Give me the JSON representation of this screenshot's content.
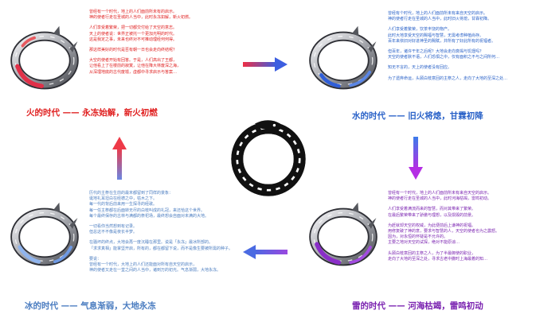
{
  "center": {
    "icon": "ouroboros-icon"
  },
  "fire": {
    "title": "火的时代 —— 永冻始解，新火初燃",
    "color": "#e02020",
    "lines": [
      "曾经有一个时代，地上的人们面前所未有的启示。",
      "神的使者行走在圣城的人当中，此时永冻如解，新火初燃。",
      "",
      "人们享受着繁荣，把一切都交付给了天空的意志。",
      "天上的使者说：世界正被托一个更加光明的时代。",
      "这是我定之事，未来也终对不可推动理经何何得。",
      "",
      "那这样美好的时代是否有朝一日也会走向终结呢？",
      "",
      "大空的使者开始有回答。于是，人们高出了王都，",
      "让他看上了在楼前的寂寞，让他在降大林废深之海，",
      "从深埋地底的古代废墟，虚都中寻求启示与答案…"
    ]
  },
  "water": {
    "title": "水的时代 —— 旧火将熄，甘霖初降",
    "color": "#2a62c8",
    "lines": [
      "曾经有个时代，地上的人们面前所未有来自天空的启示。",
      "神的使者行走在圣城的人当中，此时旧火将熄，甘霖初降。",
      "",
      "人们享受着繁荣，饮茶丰饶的物产。",
      "此时大地享受天空的赐福与智慧，无需考虑种植尚存。",
      "百年来依旧对好进神圣的赐赋，并所有了好此所有的祝福者。",
      "",
      "但百年，诸许干年之后呢？大地会走向衰竭与饥馑吗？",
      "天空的使者默不语，人们恐惧之中，仅有面积之不与之间所何…",
      "",
      "知无不言的，天上的使者没有回应。",
      "",
      "为了遗弃命运，头顾白枝意回的主祭之人，走向了大地的至深之处…"
    ]
  },
  "ice": {
    "title": "冰的时代 —— 气息渐弱，大地永冻",
    "color": "#4a7cc0",
    "lines": [
      "历代的主祭在生前的最末都留到了同样的景象：",
      "诞地礼耳坦白在经德之中，枯木之下。",
      "每一代的背后前来用一生探寻的经歌。",
      "每一任主祭都在后面转无尽的白枝叫成的礼冠，来还恰这个世界。",
      "每个最终保存的古林与满都的祭祀场，最终想会自面对未满的大地。",
      "",
      "一切看你当然想到有记录。",
      "但总这不不像是夜长半梦。",
      "",
      "在骚坏的终点，大地会再一度沉睡在那里。说是「永冻」最冰所部的。",
      "「求求真相」能掌坚开启，所有的，都在都留下说，而不是像生要被所需的种子。",
      "",
      "要说：",
      "曾经有一个时代，大地上的人们还能面对所有自天空的启示，",
      "神的使者又走在一堂之间的人当中，诸到万的初光。气息渐弱，大地永冻。"
    ]
  },
  "thunder": {
    "title": "雷的时代 —— 河海枯竭，雷鸣初动",
    "color": "#7a22b0",
    "lines": [
      "曾经有一个时代，地上的人们面前所未有来自天空的启示。",
      "神的使者行走在圣城的人当中，此时河海枯竭，雷鸣初动。",
      "",
      "人们享受着满流而来的智慧，而对其带来了繁荣。",
      "在最后繁荣带来了骄傲与理想，以及损毁的前景。",
      "",
      "为赶就却天空的权威，为此便前后上谦神的祝福。",
      "用修复破了神的意，要求与智慧的人，天空的使者也为之震怒。",
      "因为，对永恒的怀疑是不允许的。",
      "主要之地对天空的试探，绝对不能原谅…",
      "",
      "头顾白枝意回的主祭之人，为了半最御使的职业，",
      "走向了大地的至深之处，寻求古老中撒时上海最着的知…"
    ]
  }
}
